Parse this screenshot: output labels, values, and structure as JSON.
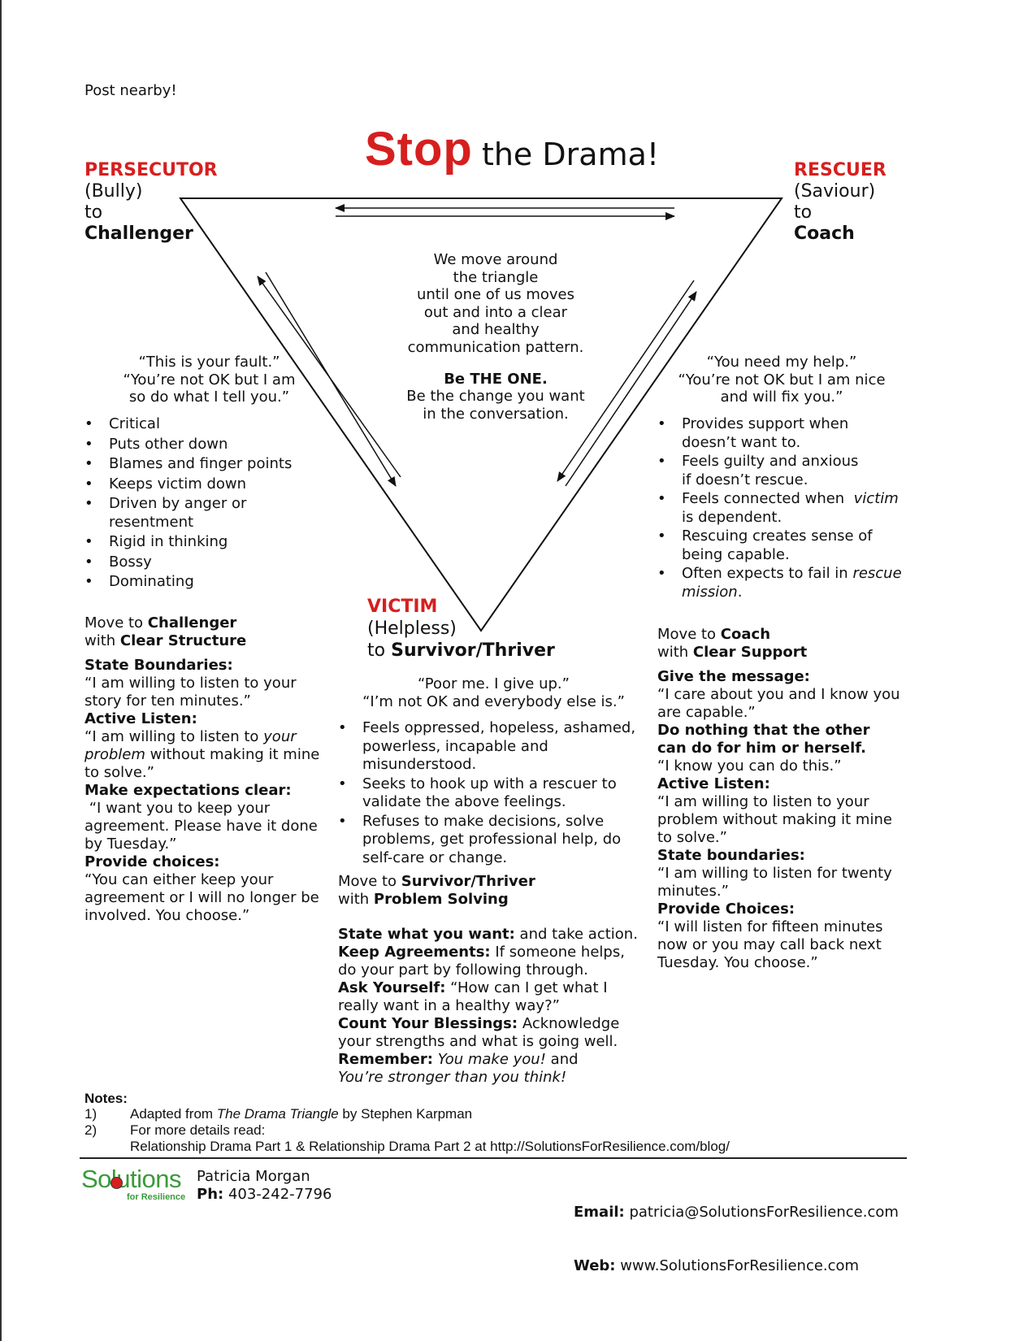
{
  "post_nearby": "Post nearby!",
  "title": {
    "stop": "Stop",
    "rest": "the Drama!"
  },
  "persecutor": {
    "role": "PERSECUTOR",
    "alias": "(Bully)",
    "to": "to",
    "target": "Challenger",
    "quote": [
      "“This is your fault.”",
      "“You’re not OK but I am",
      "so do what I tell you.”"
    ],
    "traits": [
      "Critical",
      "Puts other down",
      "Blames and finger points",
      "Keeps victim down",
      "Driven by anger or resentment",
      "Rigid in thinking",
      "Bossy",
      "Dominating"
    ],
    "move_prefix": "Move to ",
    "move_target": "Challenger",
    "with_prefix": "with ",
    "with_target": "Clear Structure",
    "steps": [
      {
        "head": "State Boundaries:",
        "text": "“I am willing to listen to your story for ten minutes.”"
      },
      {
        "head": "Active Listen:",
        "text_a": "“I am willing to listen to ",
        "em": "your problem",
        "text_b": " without making it mine to solve.”"
      },
      {
        "head": "Make expectations clear:",
        "text": " “I want you to keep your agreement. Please have it done by Tuesday.”"
      },
      {
        "head": "Provide choices:",
        "text": "“You can either keep your agreement or I will no longer be involved. You choose.”"
      }
    ]
  },
  "rescuer": {
    "role": "RESCUER",
    "alias": "(Saviour)",
    "to": "to",
    "target": "Coach",
    "quote": [
      "“You need my help.”",
      "“You’re not OK but I am nice",
      "and will fix you.”"
    ],
    "traits": [
      {
        "a": "Provides support when doesn’t want to."
      },
      {
        "a": "Feels guilty and anxious if doesn’t rescue."
      },
      {
        "a": "Feels connected when  ",
        "em": "victim",
        "b": " is dependent."
      },
      {
        "a": "Rescuing creates sense of being capable."
      },
      {
        "a": "Often expects to fail in ",
        "em": "rescue mission",
        "b": "."
      }
    ],
    "move_prefix": "Move to ",
    "move_target": "Coach",
    "with_prefix": "with ",
    "with_target": "Clear Support",
    "steps": [
      {
        "head": "Give the message:",
        "text": "“I care about you and I know you are capable.”"
      },
      {
        "head": "Do nothing that the other can do for him or herself.",
        "text": "“I know you can do this.”"
      },
      {
        "head": "Active Listen:",
        "text": "“I am willing to listen to your problem without making it mine to solve.”"
      },
      {
        "head": "State boundaries:",
        "text": "“I am willing to listen for twenty minutes.”"
      },
      {
        "head": "Provide Choices:",
        "text": "“I will listen for fifteen minutes now or you may call back next Tuesday. You choose.”"
      }
    ]
  },
  "victim": {
    "role": "VICTIM",
    "alias": "(Helpless)",
    "to": "to ",
    "target": "Survivor/Thriver",
    "quote": [
      "“Poor me. I give up.”",
      "“I’m not OK and everybody else is.”"
    ],
    "traits": [
      "Feels oppressed, hopeless, ashamed, powerless, incapable and misunderstood.",
      "Seeks to hook up with a rescuer to validate the above feelings.",
      "Refuses to make decisions, solve problems, get professional help, do self-care or change."
    ],
    "move_prefix": "Move to ",
    "move_target": "Survivor/Thriver",
    "with_prefix": "with ",
    "with_target": "Problem Solving",
    "steps": [
      {
        "head": "State what you want:",
        "text": " and take action."
      },
      {
        "head": "Keep Agreements:",
        "text": " If someone helps, do your part by following through."
      },
      {
        "head": "Ask Yourself:",
        "text": " “How can I get what I really want in a healthy way?”"
      },
      {
        "head": "Count Your Blessings:",
        "text": " Acknowledge your strengths and what is going well."
      }
    ],
    "remember_head": "Remember:",
    "remember_em1": " You make you!",
    "remember_mid": " and",
    "remember_em2": "You’re stronger than you think!"
  },
  "center": {
    "lines": [
      "We move around",
      "the triangle",
      "until one of us moves",
      "out and into a clear",
      "and healthy",
      "communication pattern."
    ],
    "be_one": "Be THE ONE.",
    "change": [
      "Be the change you want",
      "in the conversation."
    ]
  },
  "notes": {
    "label": "Notes:",
    "n1": "1)",
    "n1_a": "Adapted from ",
    "n1_em": "The Drama Triangle",
    "n1_b": " by Stephen Karpman",
    "n2": "2)",
    "n2_a": "For more details read:",
    "n2_b": "Relationship Drama Part 1 & Relationship Drama Part 2 at http://SolutionsForResilience.com/blog/"
  },
  "footer": {
    "logo_word": "Solutions",
    "logo_sub": "for Resilience",
    "name": "Patricia Morgan",
    "ph_label": "Ph:",
    "phone": " 403-242-7796",
    "email_label": "Email:",
    "email": " patricia@SolutionsForResilience.com",
    "web_label": "Web:",
    "web": " www.SolutionsForResilience.com"
  },
  "colors": {
    "accent_red": "#d61f1f",
    "logo_green": "#3a9a3a"
  }
}
